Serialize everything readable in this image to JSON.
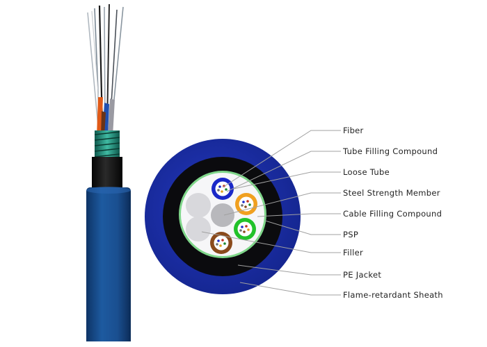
{
  "labels": [
    "Fiber",
    "Tube Filling Compound",
    "Loose Tube",
    "Steel Strength Member",
    "Cable Filling Compound",
    "PSP",
    "Filler",
    "PE Jacket",
    "Flame-retardant Sheath"
  ],
  "colors": {
    "sheath": "#1a2fa8",
    "pe_jacket": "#0d0d10",
    "psp_ring": "#7fd68a",
    "filling_compound": "#f6f6f8",
    "filler": "#d8d8dc",
    "strength_member": "#b8b8bc",
    "tube_blue": "#1a28c8",
    "tube_orange": "#f0a020",
    "tube_green": "#22c22a",
    "tube_brown": "#8a4a1c",
    "leader_line": "#a0a0a0",
    "cable_outer": "#184e90"
  }
}
